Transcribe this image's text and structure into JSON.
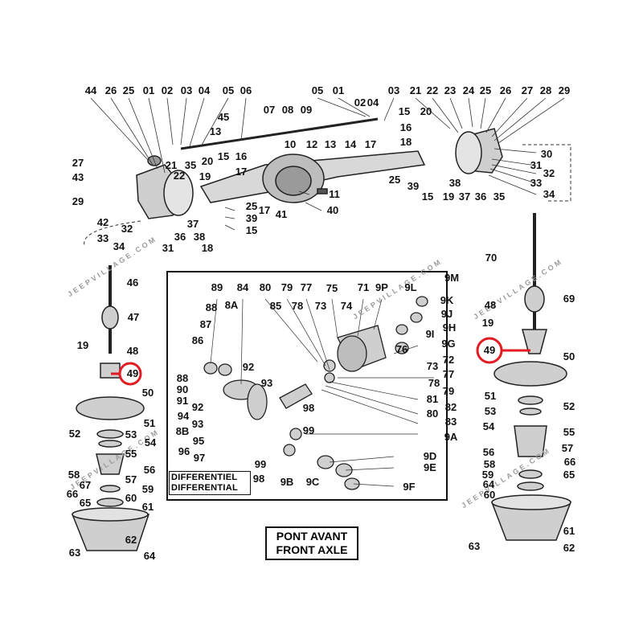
{
  "title": {
    "line1": "PONT AVANT",
    "line2": "FRONT AXLE"
  },
  "inset": {
    "line1": "DIFFERENTIEL",
    "line2": "DIFFERENTIAL"
  },
  "watermark": "JEEPVILLAGE.COM",
  "highlight": {
    "part": "49",
    "color": "#e31b23"
  },
  "labels": [
    "44",
    "26",
    "25",
    "01",
    "02",
    "03",
    "04",
    "05",
    "06",
    "05",
    "01",
    "02",
    "03",
    "04",
    "21",
    "22",
    "23",
    "24",
    "25",
    "26",
    "27",
    "28",
    "29",
    "45",
    "13",
    "07",
    "08",
    "09",
    "15",
    "20",
    "16",
    "10",
    "12",
    "13",
    "14",
    "17",
    "18",
    "21",
    "35",
    "20",
    "15",
    "16",
    "19",
    "17",
    "22",
    "30",
    "31",
    "32",
    "33",
    "34",
    "36",
    "35",
    "37",
    "38",
    "19",
    "15",
    "39",
    "25",
    "27",
    "43",
    "29",
    "11",
    "41",
    "40",
    "25",
    "39",
    "15",
    "17",
    "42",
    "32",
    "33",
    "37",
    "36",
    "38",
    "34",
    "31",
    "18",
    "46",
    "47",
    "19",
    "48",
    "49",
    "50",
    "51",
    "52",
    "53",
    "54",
    "55",
    "56",
    "57",
    "58",
    "59",
    "60",
    "61",
    "62",
    "63",
    "64",
    "65",
    "66",
    "67",
    "70",
    "69",
    "48",
    "19",
    "49",
    "50",
    "51",
    "52",
    "53",
    "54",
    "55",
    "56",
    "57",
    "58",
    "59",
    "60",
    "61",
    "62",
    "63",
    "64",
    "65",
    "66",
    "89",
    "84",
    "80",
    "79",
    "77",
    "75",
    "71",
    "9P",
    "9L",
    "9M",
    "9K",
    "9J",
    "9H",
    "9I",
    "9G",
    "88",
    "8A",
    "85",
    "78",
    "73",
    "74",
    "87",
    "86",
    "76",
    "72",
    "73",
    "77",
    "78",
    "79",
    "88",
    "90",
    "91",
    "92",
    "92",
    "93",
    "94",
    "93",
    "8B",
    "95",
    "96",
    "97",
    "98",
    "99",
    "99",
    "81",
    "82",
    "80",
    "83",
    "9A",
    "9D",
    "9E",
    "9F",
    "9B",
    "9C",
    "98"
  ]
}
